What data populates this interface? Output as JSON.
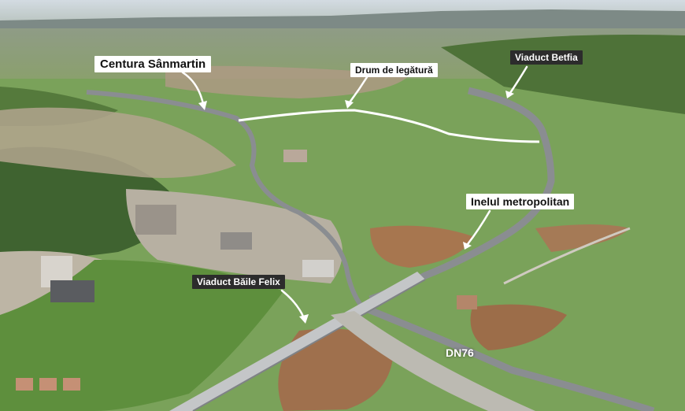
{
  "labels": {
    "centura": "Centura Sânmartin",
    "drum": "Drum de legătură",
    "betfia": "Viaduct Betfia",
    "inelul": "Inelul metropolitan",
    "baile": "Viaduct Băile Felix",
    "dn76": "DN76"
  },
  "colors": {
    "sky": "#c9d3dc",
    "field": "#7aa25a",
    "forest": "#3f6330",
    "road": "#8a8d91",
    "dirt": "#a7764f",
    "route_line": "#ffffff",
    "label_dark": "#2c2c2c"
  }
}
